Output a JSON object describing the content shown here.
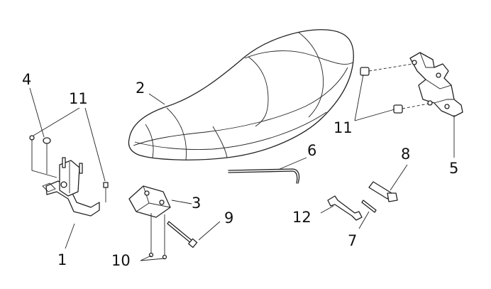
{
  "diagram": {
    "callouts": [
      {
        "id": "c4",
        "text": "4"
      },
      {
        "id": "c11a",
        "text": "11"
      },
      {
        "id": "c2",
        "text": "2"
      },
      {
        "id": "c6",
        "text": "6"
      },
      {
        "id": "c8",
        "text": "8"
      },
      {
        "id": "c11b",
        "text": "11"
      },
      {
        "id": "c5",
        "text": "5"
      },
      {
        "id": "c3",
        "text": "3"
      },
      {
        "id": "c9",
        "text": "9"
      },
      {
        "id": "c12",
        "text": "12"
      },
      {
        "id": "c7",
        "text": "7"
      },
      {
        "id": "c1",
        "text": "1"
      },
      {
        "id": "c10",
        "text": "10"
      }
    ]
  }
}
